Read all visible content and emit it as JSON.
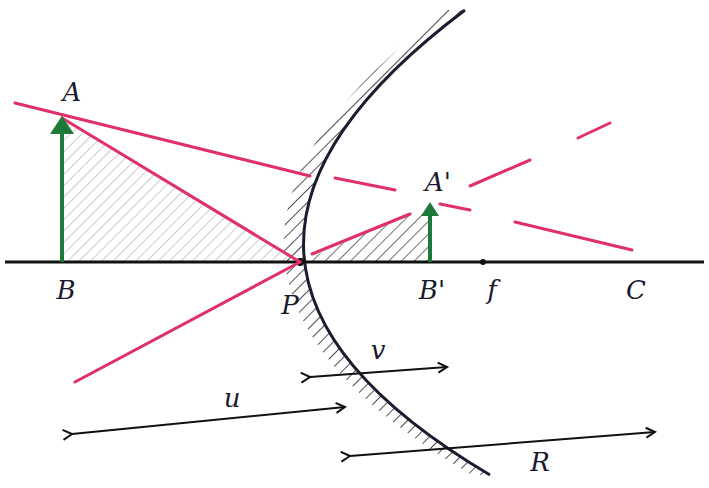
{
  "diagram": {
    "labels": [
      "A",
      "B",
      "A'",
      "B'",
      "P",
      "f",
      "C",
      "u",
      "v",
      "R"
    ]
  }
}
